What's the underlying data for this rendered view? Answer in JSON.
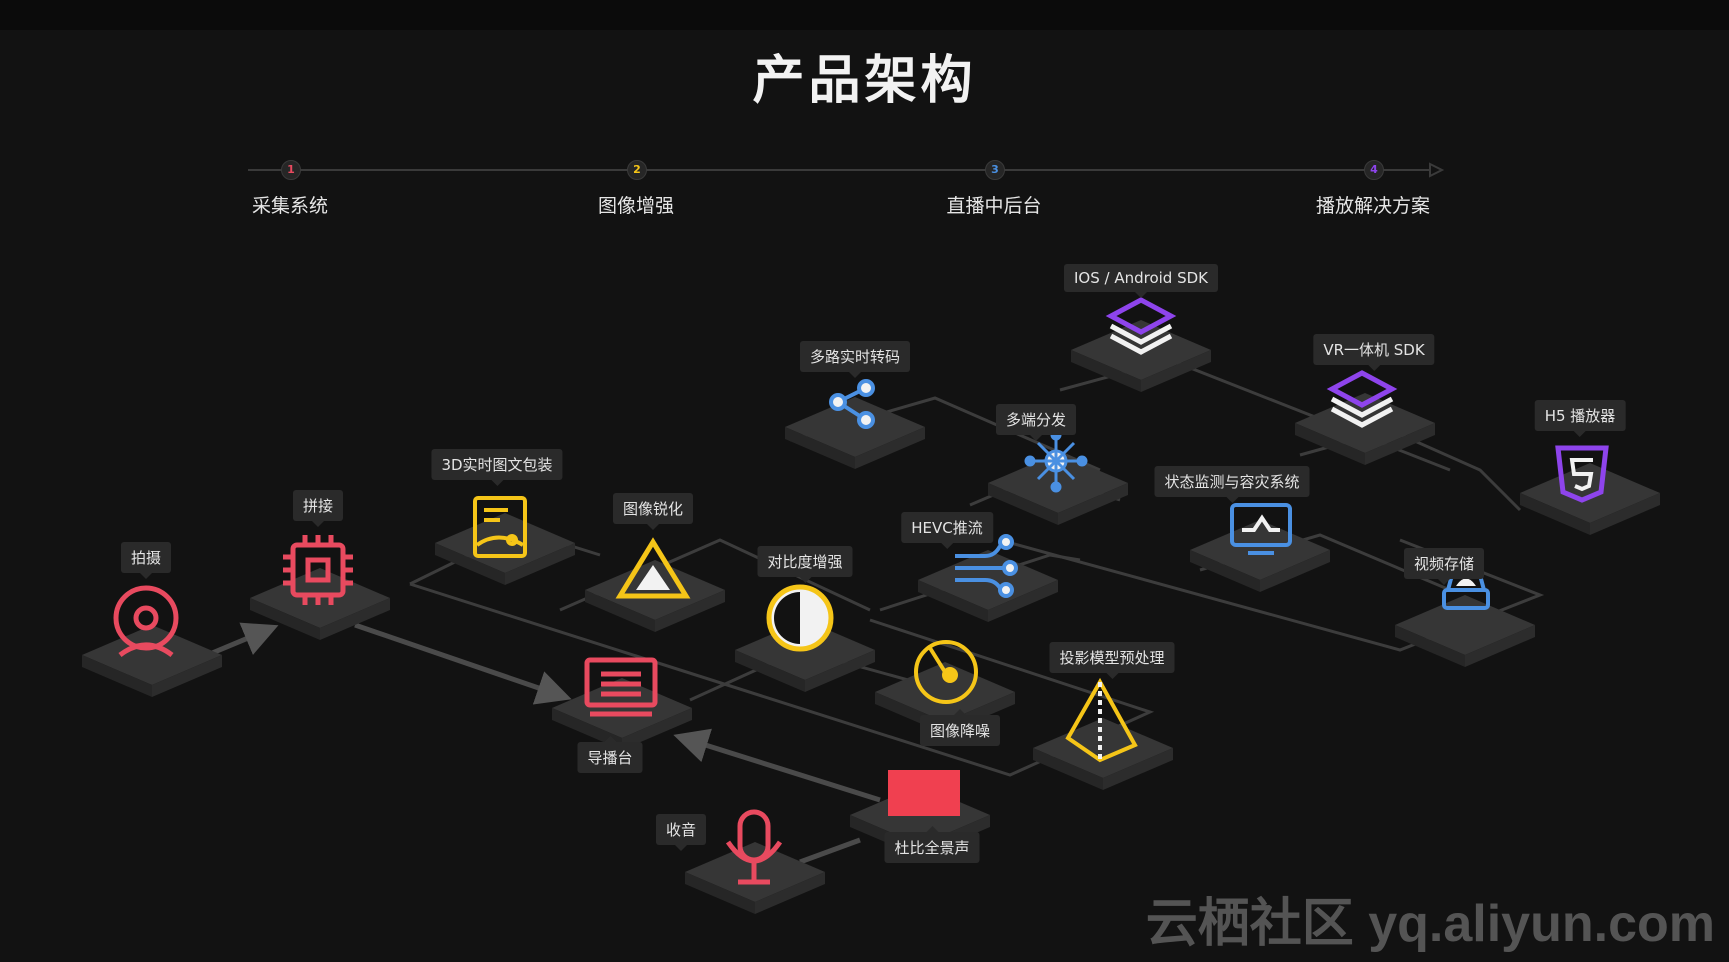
{
  "title": "产品架构",
  "steps": [
    {
      "num": "1",
      "label": "采集系统",
      "color": "#e84a5f"
    },
    {
      "num": "2",
      "label": "图像增强",
      "color": "#f5c518"
    },
    {
      "num": "3",
      "label": "直播中后台",
      "color": "#4a90e2"
    },
    {
      "num": "4",
      "label": "播放解决方案",
      "color": "#8e44ec"
    }
  ],
  "nodes": {
    "capture": "拍摄",
    "stitch": "拼接",
    "overlay3d": "3D实时图文包装",
    "sharpen": "图像锐化",
    "contrast": "对比度增强",
    "director": "导播台",
    "denoise": "图像降噪",
    "projection": "投影模型预处理",
    "audio": "收音",
    "dolby": "杜比全景声",
    "transcode": "多路实时转码",
    "hevc": "HEVC推流",
    "distribute": "多端分发",
    "sdk_mobile": "IOS / Android SDK",
    "sdk_vr": "VR一体机 SDK",
    "h5": "H5 播放器",
    "monitor": "状态监测与容灾系统",
    "storage": "视频存储"
  },
  "colors": {
    "red": "#e84a5f",
    "yellow": "#f5c518",
    "blue": "#4a90e2",
    "purple": "#8e44ec",
    "line": "#4a4a4a",
    "platform": "#353535"
  },
  "watermark": "云栖社区 yq.aliyun.com"
}
